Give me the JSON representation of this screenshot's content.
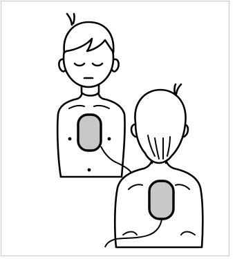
{
  "figure": {
    "subject": "child-aed-pad-placement",
    "icons": [
      "front-view-child",
      "back-view-child",
      "chest-pad",
      "back-pad",
      "pad-lead-wire"
    ],
    "colors": {
      "outline": "#000000",
      "pad_fill": "#c8c8c8",
      "background": "#ffffff",
      "border": "#c8c8c8"
    }
  }
}
